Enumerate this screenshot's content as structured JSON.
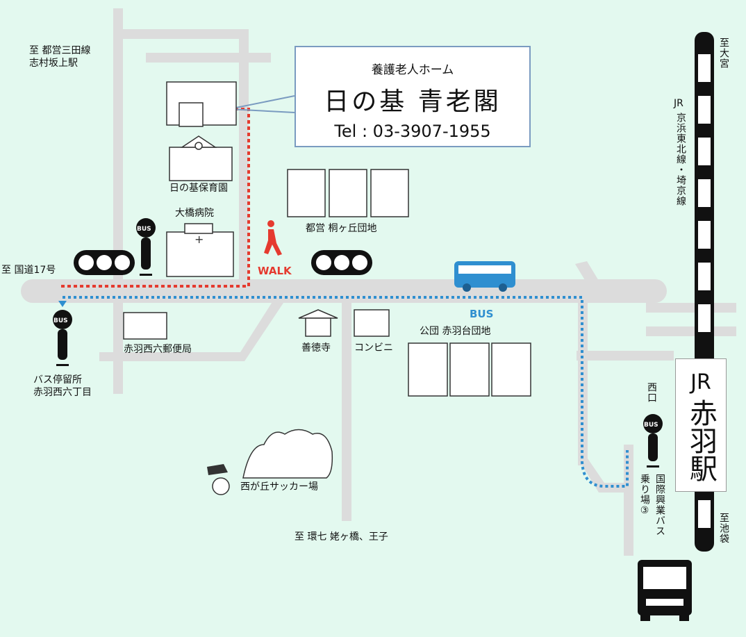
{
  "callout": {
    "subtitle": "養護老人ホーム",
    "name": "日の基 青老閣",
    "tel": "Tel : 03-3907-1955"
  },
  "labels": {
    "mita_line": "至 都営三田線",
    "shimura": "志村坂上駅",
    "route17": "至 国道17号",
    "nursery": "日の基保育園",
    "hospital": "大橋病院",
    "kirigaoka": "都営 桐ヶ丘団地",
    "walk": "WALK",
    "bus": "BUS",
    "post_office": "赤羽西六郵便局",
    "bus_stop_1": "バス停留所",
    "bus_stop_2": "赤羽西六丁目",
    "temple": "善徳寺",
    "convenience": "コンビニ",
    "akabanedai": "公団 赤羽台団地",
    "soccer": "西が丘サッカー場",
    "kannana": "至 環七 姥ヶ橋、王子",
    "omiya": "至大宮",
    "jr_line_a": "JR",
    "jr_line_b": "京浜東北線・埼京線",
    "ikebukuro": "至池袋",
    "west_exit": "西口",
    "kokusai_bus": "国際興業バス",
    "noriba": "乗り場③",
    "bus_sign": "BUS"
  },
  "station": {
    "line": "JR",
    "name": "赤羽駅"
  },
  "colors": {
    "background": "#e3f9ef",
    "road": "#dcdcdc",
    "walk_route": "#e53a2f",
    "bus_route": "#2f8fd0",
    "callout_border": "#7a9bc0"
  }
}
